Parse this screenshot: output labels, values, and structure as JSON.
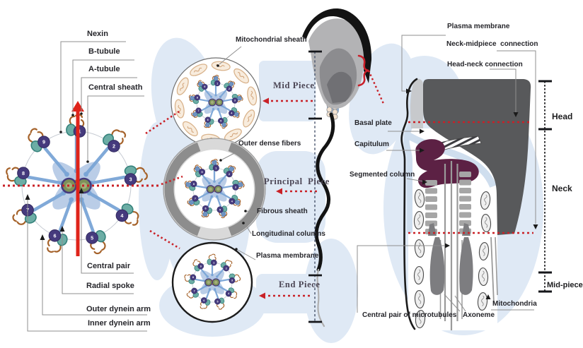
{
  "left_diagram": {
    "labels": {
      "nexin": "Nexin",
      "b_tubule": "B-tubule",
      "a_tubule": "A-tubule",
      "central_sheath": "Central sheath",
      "central_pair": "Central pair",
      "radial_spoke": "Radial spoke",
      "outer_dynein_arm": "Outer dynein arm",
      "inner_dynein_arm": "Inner dynein arm"
    },
    "doublet_numbers": [
      "1",
      "2",
      "3",
      "4",
      "5",
      "6",
      "7",
      "8",
      "9"
    ]
  },
  "middle_sections": {
    "mitochondrial_sheath": "Mitochondrial sheath",
    "mid_piece": "Mid Piece",
    "outer_dense_fibers": "Outer dense fibers",
    "principal_piece": "Principal  Piece",
    "fibrous_sheath": "Fibrous sheath",
    "longitudinal_columns": "Longitudinal columns",
    "plasma_membrane": "Plasma membrane",
    "end_piece": "End Piece"
  },
  "right_diagram": {
    "labels": {
      "plasma_membrane": "Plasma membrane",
      "neck_midpiece_connection": "Neck-midpiece  connection",
      "head_neck_connection": "Head-neck connection",
      "basal_plate": "Basal plate",
      "capitulum": "Capitulum",
      "segmented_column": "Segmented column",
      "central_pair_of_microtubules": "Central pair of microtubules",
      "axoneme": "Axoneme",
      "mitochondria": "Mitochondria"
    },
    "scale": {
      "head": "Head",
      "neck": "Neck",
      "mid_piece": "Mid-piece"
    }
  },
  "colors": {
    "accent_red": "#c92127",
    "arrow_red": "#df231a",
    "a_tubule_purple": "#453a7d",
    "b_tubule_teal": "#6cada5",
    "b_tubule_teal_stroke": "#35827b",
    "spoke_blue": "#7aa5d6",
    "dynein_brown": "#a5622a",
    "odf_blue": "#6e93c2",
    "odf_blue_stroke": "#4c6fa0",
    "mito_peach_fill": "#f8ecdd",
    "mito_peach_stroke": "#d9b38c",
    "sheath_blue": "#b2c8e4",
    "central_pair_olive": "#7d9159",
    "watercolor_blue": "#dfe9f5",
    "head_gray": "#58595b",
    "capitulum_maroon": "#5c2144",
    "segment_gray": "#a6a6a6",
    "fibrous_gray": "#d9d9d9",
    "column_dark_gray": "#8d8d8d",
    "membrane_black": "#1b1b1b",
    "line_gray": "#8f8f8f"
  }
}
